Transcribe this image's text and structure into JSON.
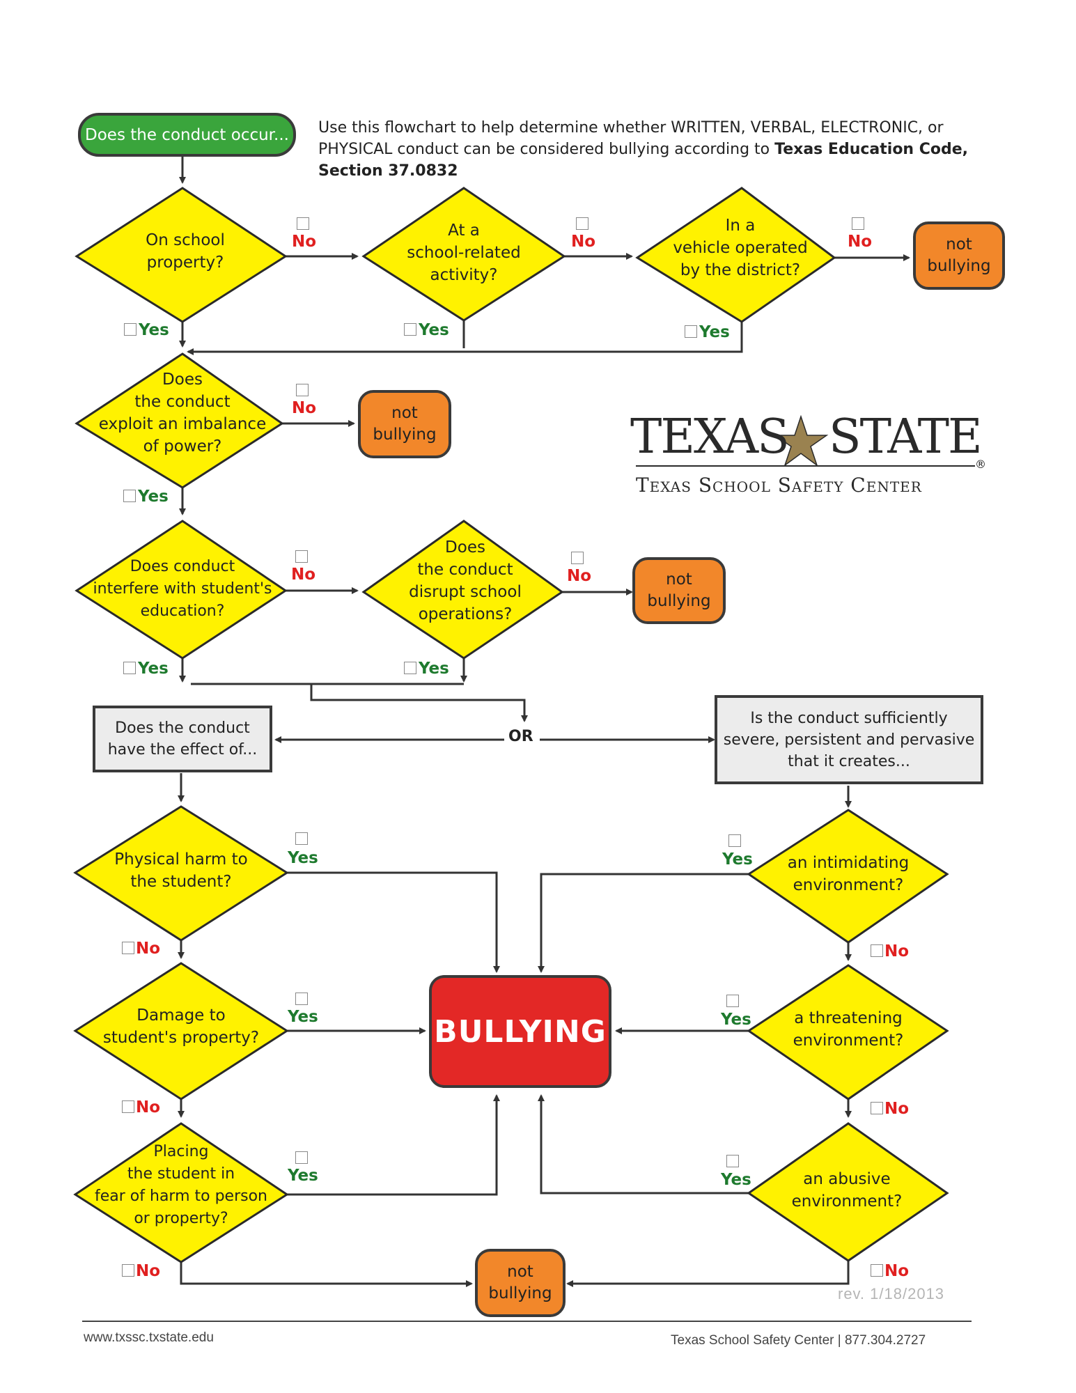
{
  "start": {
    "label": "Does the conduct occur..."
  },
  "intro": {
    "text": "Use this flowchart to help determine whether WRITTEN, VERBAL, ELECTRONIC, or PHYSICAL conduct can be considered bullying according to",
    "bold": "Texas Education Code, Section 37.0832"
  },
  "diamonds": {
    "school_property": "On school\nproperty?",
    "school_activity": "At a\nschool-related\nactivity?",
    "vehicle": "In a\nvehicle operated\nby the district?",
    "imbalance": "Does\nthe conduct\nexploit an imbalance\nof power?",
    "interfere": "Does conduct\ninterfere with student's\neducation?",
    "disrupt": "Does\nthe conduct\ndisrupt school\noperations?",
    "physical_harm": "Physical harm to\nthe student?",
    "damage": "Damage to\nstudent's property?",
    "fear": "Placing\nthe student in\nfear of harm to person\nor property?",
    "intimidating": "an intimidating\nenvironment?",
    "threatening": "a threatening\nenvironment?",
    "abusive": "an abusive\nenvironment?"
  },
  "labels": {
    "yes": "Yes",
    "no": "No",
    "or": "OR"
  },
  "not_bullying": "not\nbullying",
  "bullying": "BULLYING",
  "boxes": {
    "effect": "Does the conduct\nhave the effect of...",
    "severe": "Is the conduct sufficiently\nsevere, persistent and pervasive\nthat it creates..."
  },
  "logo": {
    "word1": "TEXAS",
    "word2": "STATE",
    "registered": "®",
    "subtitle": "Texas School Safety Center"
  },
  "revision": "rev. 1/18/2013",
  "footer": {
    "website": "www.txssc.txstate.edu",
    "contact": "Texas School Safety Center | 877.304.2727"
  },
  "colors": {
    "diamond": "#fff200",
    "start": "#3aa53c",
    "not_bullying": "#f2872a",
    "bullying": "#e32826",
    "box": "#ececec",
    "no": "#e02020",
    "yes": "#1e7a2e"
  }
}
